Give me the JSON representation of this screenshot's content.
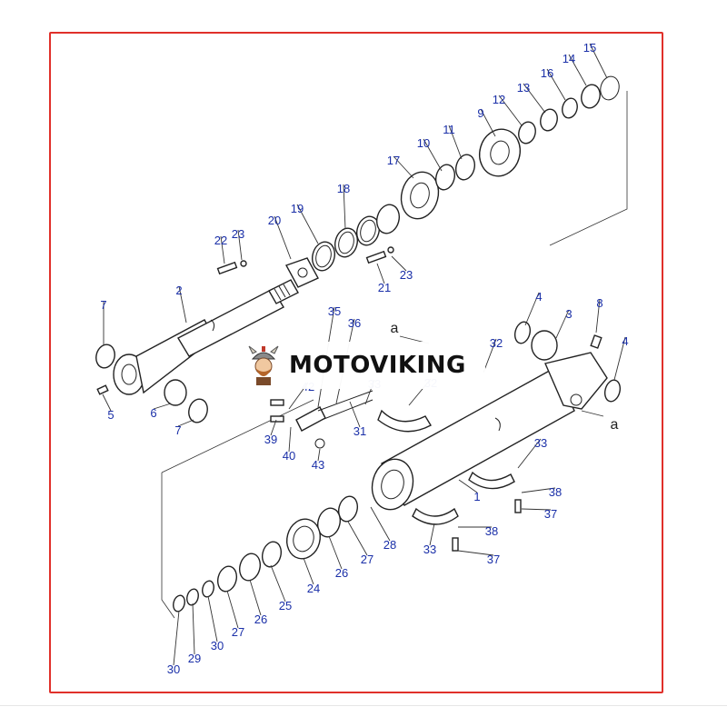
{
  "diagram": {
    "labels": [
      "1",
      "2",
      "3",
      "4",
      "4",
      "5",
      "6",
      "7",
      "7",
      "8",
      "9",
      "10",
      "11",
      "12",
      "13",
      "14",
      "15",
      "16",
      "17",
      "18",
      "19",
      "20",
      "21",
      "22",
      "23",
      "23",
      "24",
      "25",
      "26",
      "26",
      "27",
      "27",
      "28",
      "29",
      "30",
      "30",
      "31",
      "32",
      "32",
      "33",
      "33",
      "33",
      "35",
      "36",
      "37",
      "37",
      "38",
      "38",
      "39",
      "40",
      "42",
      "43"
    ],
    "view_ref": "a",
    "colors": {
      "frame": "#e0302a",
      "labels": "#1a2fa8",
      "lines": "#222222"
    }
  },
  "brand": {
    "name": "MOTOVIKING",
    "logo_icon": "viking-mascot-icon"
  }
}
